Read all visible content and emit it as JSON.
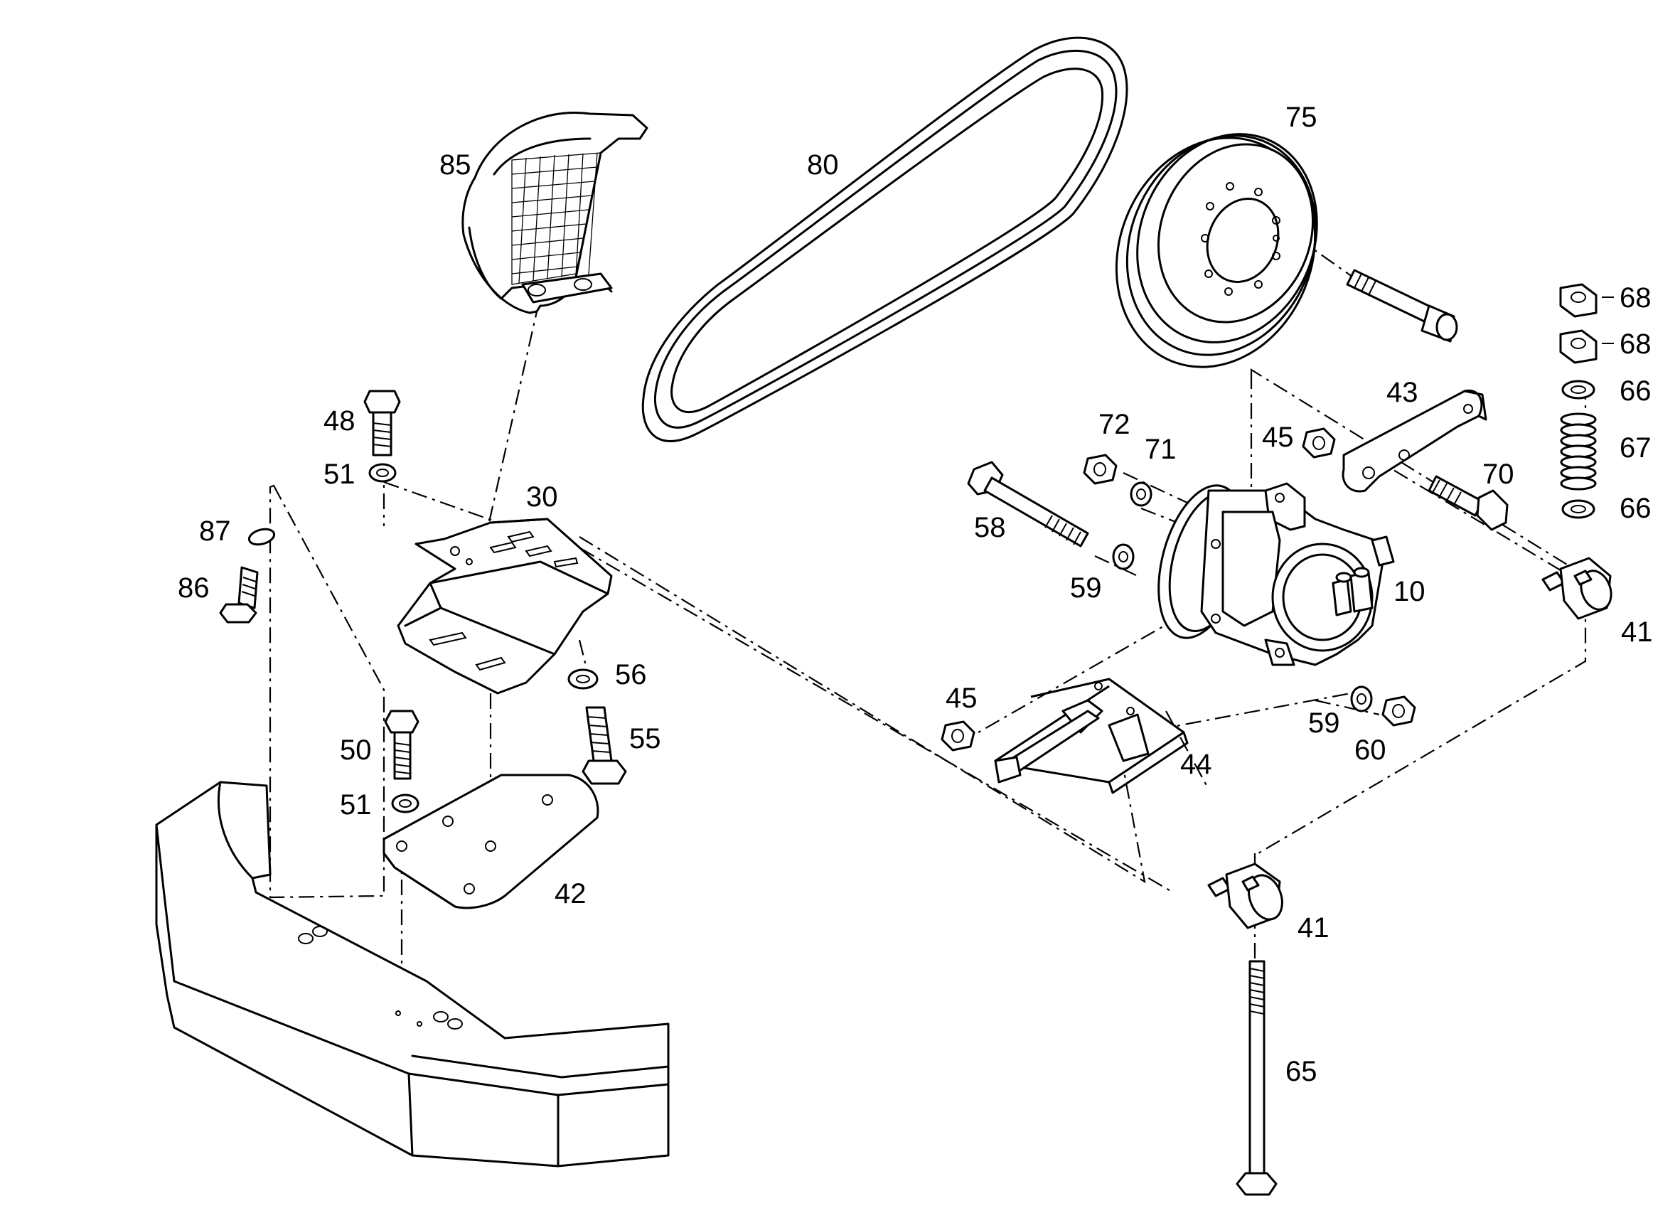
{
  "callouts": [
    {
      "id": "c85",
      "text": "85"
    },
    {
      "id": "c80",
      "text": "80"
    },
    {
      "id": "c75",
      "text": "75"
    },
    {
      "id": "c68a",
      "text": "68"
    },
    {
      "id": "c68b",
      "text": "68"
    },
    {
      "id": "c66a",
      "text": "66"
    },
    {
      "id": "c67",
      "text": "67"
    },
    {
      "id": "c66b",
      "text": "66"
    },
    {
      "id": "c43",
      "text": "43"
    },
    {
      "id": "c72",
      "text": "72"
    },
    {
      "id": "c71",
      "text": "71"
    },
    {
      "id": "c45a",
      "text": "45"
    },
    {
      "id": "c70",
      "text": "70"
    },
    {
      "id": "c48",
      "text": "48"
    },
    {
      "id": "c51a",
      "text": "51"
    },
    {
      "id": "c30",
      "text": "30"
    },
    {
      "id": "c87",
      "text": "87"
    },
    {
      "id": "c86",
      "text": "86"
    },
    {
      "id": "c58",
      "text": "58"
    },
    {
      "id": "c59a",
      "text": "59"
    },
    {
      "id": "c10",
      "text": "10"
    },
    {
      "id": "c41a",
      "text": "41"
    },
    {
      "id": "c56",
      "text": "56"
    },
    {
      "id": "c55",
      "text": "55"
    },
    {
      "id": "c50",
      "text": "50"
    },
    {
      "id": "c51b",
      "text": "51"
    },
    {
      "id": "c45b",
      "text": "45"
    },
    {
      "id": "c59b",
      "text": "59"
    },
    {
      "id": "c60",
      "text": "60"
    },
    {
      "id": "c44",
      "text": "44"
    },
    {
      "id": "c42",
      "text": "42"
    },
    {
      "id": "c41b",
      "text": "41"
    },
    {
      "id": "c65",
      "text": "65"
    }
  ]
}
